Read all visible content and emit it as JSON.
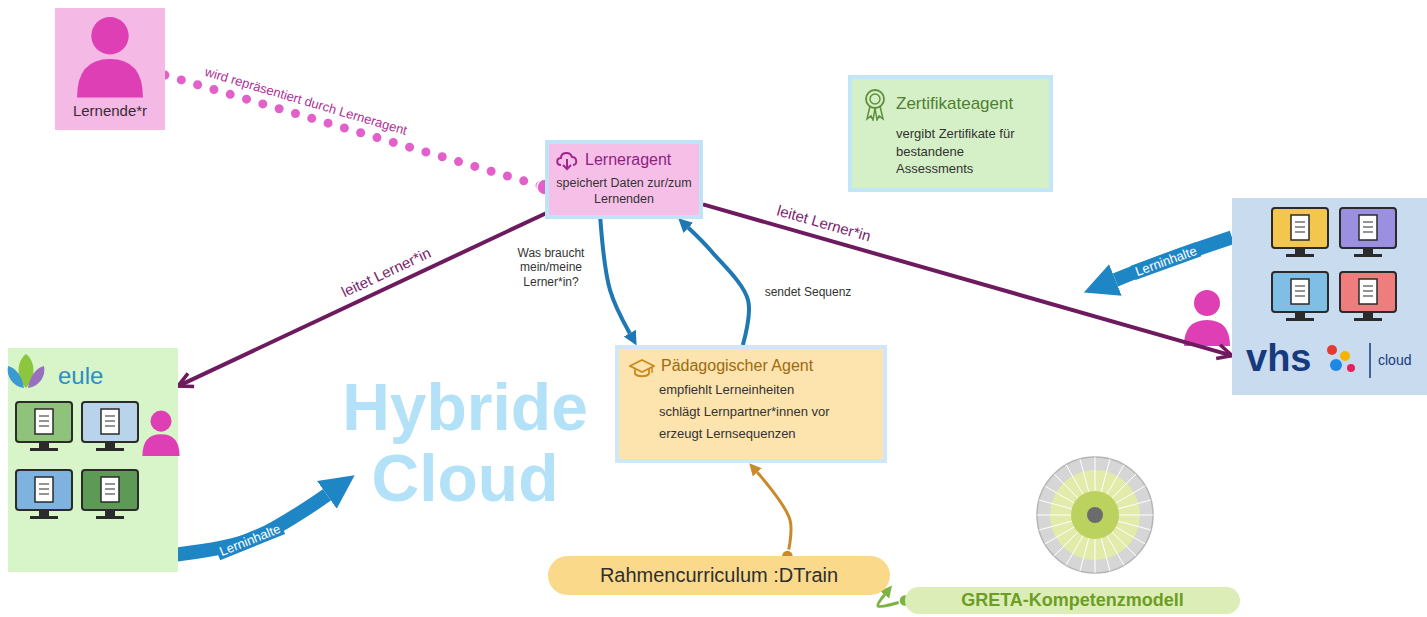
{
  "diagram": {
    "nodes": [
      {
        "text": [
          "Lernende*r"
        ]
      },
      {
        "text": [
          "Hybride Cloud"
        ]
      },
      {
        "text": [
          "Lerneragent",
          "speichert Daten zur/zum Lernenden"
        ],
        "in": 1
      },
      {
        "text": [
          "Zertifikateagent",
          "vergibt Zertifikate für bestandene Assessments"
        ],
        "in": 1
      },
      {
        "text": [
          "Pädagogischer Agent",
          "empfiehlt Lerneinheiten",
          "schlägt Lernpartner*innen vor",
          "erzeugt Lernsequenzen"
        ],
        "in": 1
      },
      {
        "text": [
          "eule"
        ]
      },
      {
        "text": [
          "vhs",
          "cloud"
        ]
      },
      {
        "text": [
          "Rahmencurriculum :DTrain"
        ]
      },
      {
        "text": [
          "GRETA-Kompetenzmodell"
        ]
      }
    ],
    "edges": [
      {
        "from": 0,
        "to": 2,
        "label": "wird repräsentiert durch Lerneragent",
        "arrow": "none"
      },
      {
        "from": 2,
        "to": 5,
        "label": "leitet Lerner*in",
        "arrow": "to"
      },
      {
        "from": 2,
        "to": 6,
        "label": "leitet Lerner*in",
        "arrow": "to"
      },
      {
        "from": 2,
        "to": 4,
        "label": "Was braucht mein/meine Lerner*in?",
        "arrow": "to"
      },
      {
        "from": 4,
        "to": 2,
        "label": "sendet Sequenz",
        "arrow": "to"
      },
      {
        "from": 5,
        "to": 1,
        "label": "Lerninhalte",
        "arrow": "to"
      },
      {
        "from": 6,
        "to": 1,
        "label": "Lerninhalte",
        "arrow": "to"
      },
      {
        "from": 8,
        "to": 7,
        "arrow": "to"
      },
      {
        "from": 7,
        "to": 4,
        "arrow": "to"
      }
    ]
  }
}
